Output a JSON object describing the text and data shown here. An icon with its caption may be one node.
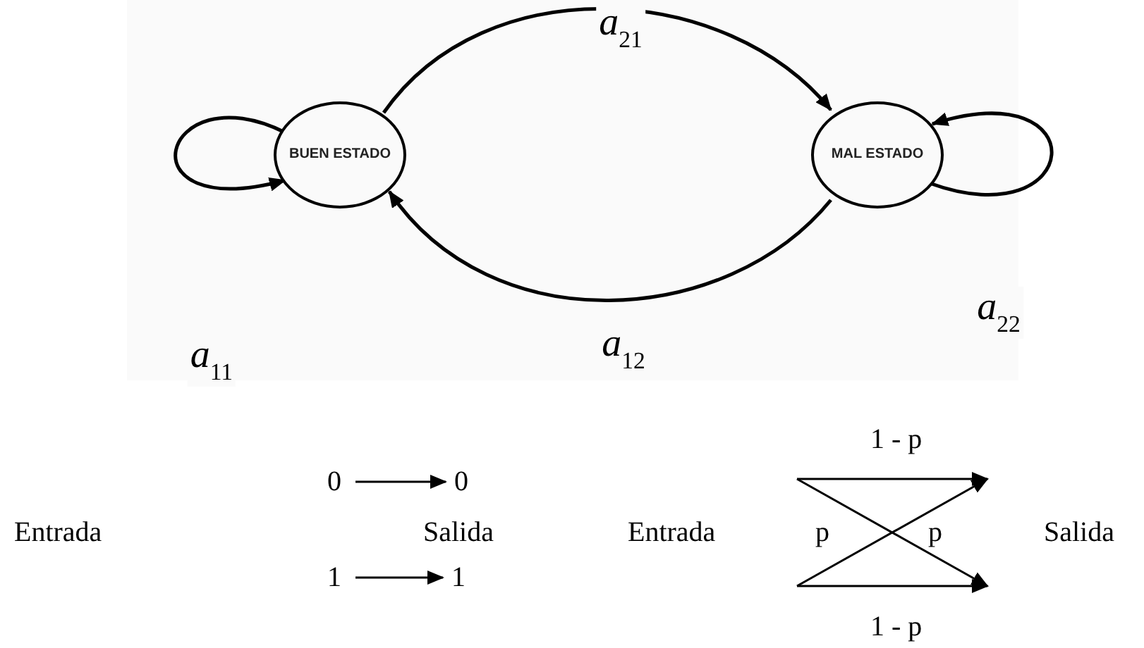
{
  "diagram": {
    "nodes": [
      {
        "text": [
          "BUEN ESTADO"
        ]
      },
      {
        "text": [
          "MAL ESTADO"
        ]
      },
      {
        "text": [
          "0"
        ]
      },
      {
        "text": [
          "0"
        ]
      },
      {
        "text": [
          "1"
        ]
      },
      {
        "text": [
          "1"
        ]
      }
    ],
    "edges": [
      {
        "from": 0,
        "to": 0,
        "arrow": "to",
        "label": "*a*$_{11}$"
      },
      {
        "from": 0,
        "to": 1,
        "arrow": "to",
        "label": "*a*$_{21}$"
      },
      {
        "from": 1,
        "to": 0,
        "arrow": "to",
        "label": "*a*$_{12}$"
      },
      {
        "from": 1,
        "to": 1,
        "arrow": "to",
        "label": "*a*$_{22}$"
      },
      {
        "from": 2,
        "to": 3,
        "arrow": "to"
      },
      {
        "from": 4,
        "to": 5,
        "arrow": "to"
      }
    ],
    "labels": [
      "Entrada",
      "Salida",
      "Entrada",
      "1 - p",
      "p",
      "p",
      "1 - p",
      "Salida"
    ]
  }
}
